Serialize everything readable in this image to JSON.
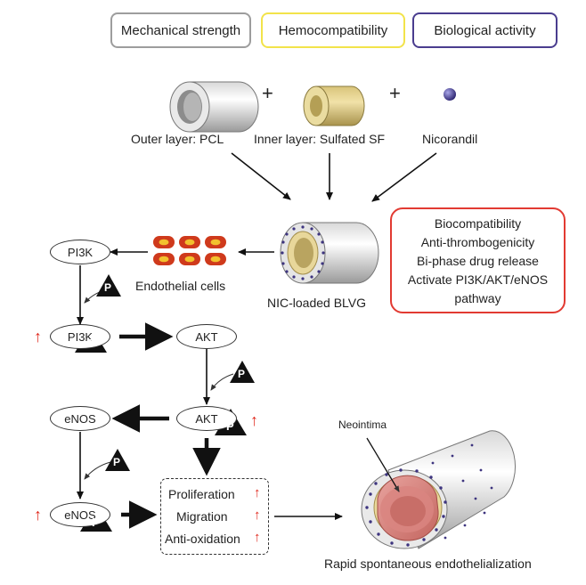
{
  "top_boxes": {
    "mechanical": "Mechanical strength",
    "hemo": "Hemocompatibility",
    "bio": "Biological activity",
    "colors": {
      "mechanical": "#9d9d9d",
      "hemo": "#f2e34a",
      "bio": "#4a3d8f"
    }
  },
  "components": {
    "plus": "+",
    "outer_layer": "Outer layer: PCL",
    "inner_layer": "Inner layer: Sulfated SF",
    "drug": "Nicorandil"
  },
  "graft_label": "NIC-loaded BLVG",
  "effects": [
    "Biocompatibility",
    "Anti-thrombogenicity",
    "Bi-phase drug release",
    "Activate PI3K/AKT/eNOS",
    "pathway"
  ],
  "endothelial_label": "Endothelial cells",
  "pathway": {
    "pi3k": "PI3K",
    "akt": "AKT",
    "enos": "eNOS",
    "phosphate": "P",
    "up_arrow": "↑"
  },
  "outcomes": [
    "Proliferation",
    "Migration",
    "Anti-oxidation"
  ],
  "neointima_label": "Neointima",
  "final_label": "Rapid spontaneous endothelialization",
  "colors": {
    "up_arrow": "#e02a1e",
    "effects_border": "#e23a32",
    "cell": "#cf3a1c",
    "nucleus": "#f2c12e",
    "sulfated_sf": "#e8d79a",
    "neointima": "#d98580"
  }
}
